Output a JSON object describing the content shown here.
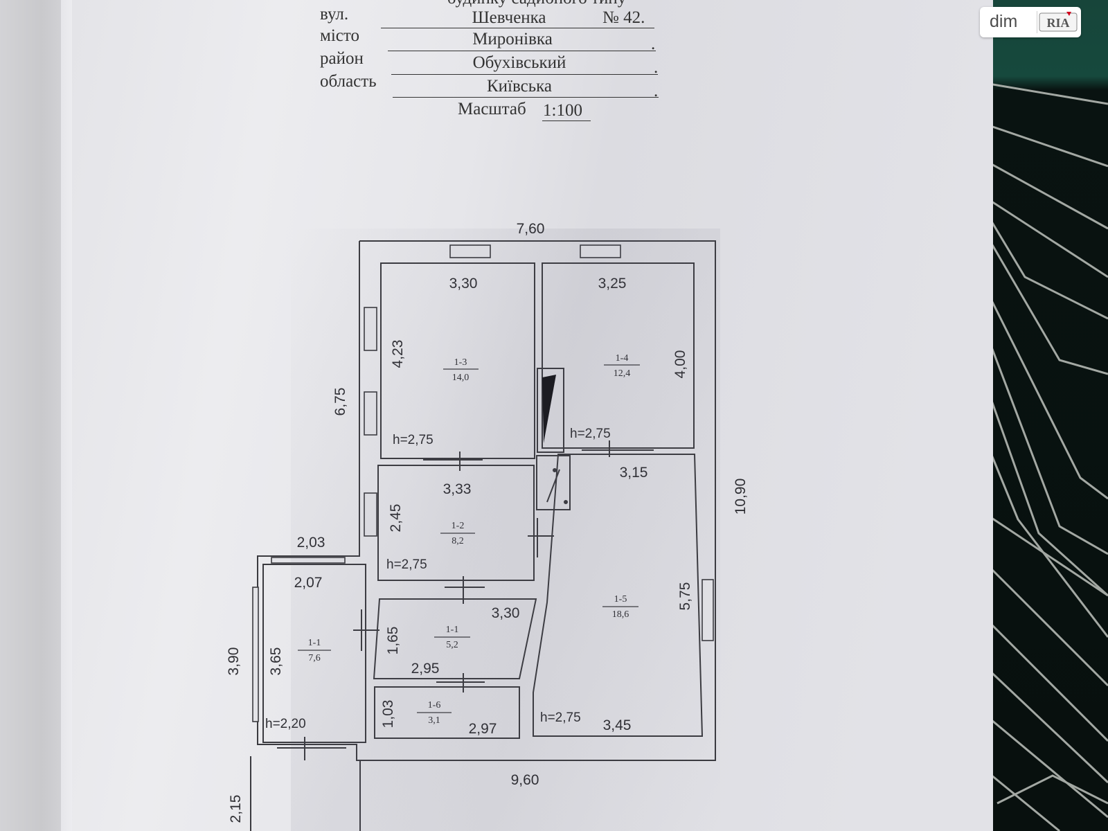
{
  "header": {
    "partial_title": "будинку садибного типу",
    "street_label": "вул.",
    "street_value": "Шевченка",
    "number_value": "№ 42.",
    "city_label": "місто",
    "city_value": "Миронівка",
    "district_label": "район",
    "district_value": "Обухівський",
    "region_label": "область",
    "region_value": "Київська",
    "scale_label": "Масштаб",
    "scale_value": "1:100",
    "dot": "."
  },
  "watermark": {
    "brand": "dim",
    "logo": "RIA"
  },
  "plan": {
    "overall": {
      "top_width": "7,60",
      "bottom_width": "9,60",
      "right_height": "10,90",
      "left_upper": "6,75",
      "left_lower": "3,90",
      "porch_top": "2,03",
      "porch_bottom": "2,15"
    },
    "rooms": [
      {
        "id": "1-3",
        "area": "14,0",
        "width": "3,30",
        "height": "4,23",
        "ceiling": "h=2,75"
      },
      {
        "id": "1-4",
        "area": "12,4",
        "width": "3,25",
        "height": "4,00",
        "ceiling": "h=2,75"
      },
      {
        "id": "1-2",
        "area": "8,2",
        "width": "3,33",
        "height": "2,45",
        "ceiling": "h=2,75"
      },
      {
        "id": "1-5",
        "area": "18,6",
        "width": "3,15",
        "width_bottom": "3,45",
        "height": "5,75",
        "ceiling": "h=2,75"
      },
      {
        "id": "1-1",
        "area": "7,6",
        "width": "2,07",
        "height": "3,65",
        "ceiling": "h=2,20"
      },
      {
        "id": "1-1",
        "area": "5,2",
        "width": "3,30",
        "width_bottom": "2,95",
        "height": "1,65"
      },
      {
        "id": "1-6",
        "area": "3,1",
        "width": "2,97",
        "height": "1,03"
      }
    ]
  }
}
